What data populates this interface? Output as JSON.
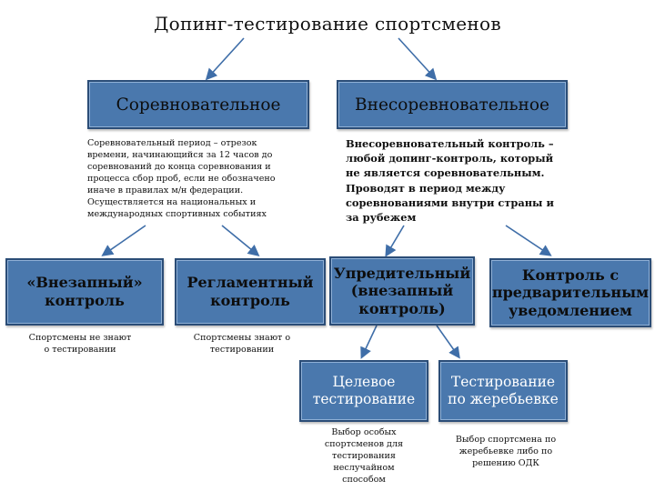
{
  "title": "Допинг-тестирование спортсменов",
  "level1": {
    "competitive": "Соревновательное",
    "out_of_competition": "Внесоревновательное"
  },
  "notes_level1": {
    "competitive": "Соревновательный период – отрезок времени, начинающийся за 12 часов до соревнований до конца соревнования и процесса сбор проб, если не обозначено иначе в правилах м/н федерации. Осуществляется на национальных и международных спортивных событиях",
    "out_of_competition": "Внесоревновательный контроль – любой допинг-контроль, который не является соревновательным. Проводят в период между соревнованиями внутри страны и за рубежем"
  },
  "level2": {
    "surprise": "«Внезапный» контроль",
    "scheduled": "Регламентный контроль",
    "preemptive": "Упредительный (внезапный контроль)",
    "advance_notice": "Контроль с предварительным уведомлением"
  },
  "notes_level2": {
    "surprise": "Спортсмены не знают о тестировании",
    "scheduled": "Спортсмены знают о тестировании"
  },
  "level3": {
    "targeted": "Целевое тестирование",
    "lottery": "Тестирование по жеребьевке"
  },
  "notes_level3": {
    "targeted": "Выбор особых спортсменов для тестирования неслучайном способом",
    "lottery": "Выбор спортсмена по жеребьевке либо по решению ОДК"
  },
  "colors": {
    "box_fill": "#4a78ad",
    "box_border": "#2b4d77",
    "arrow": "#3f6ea8"
  }
}
